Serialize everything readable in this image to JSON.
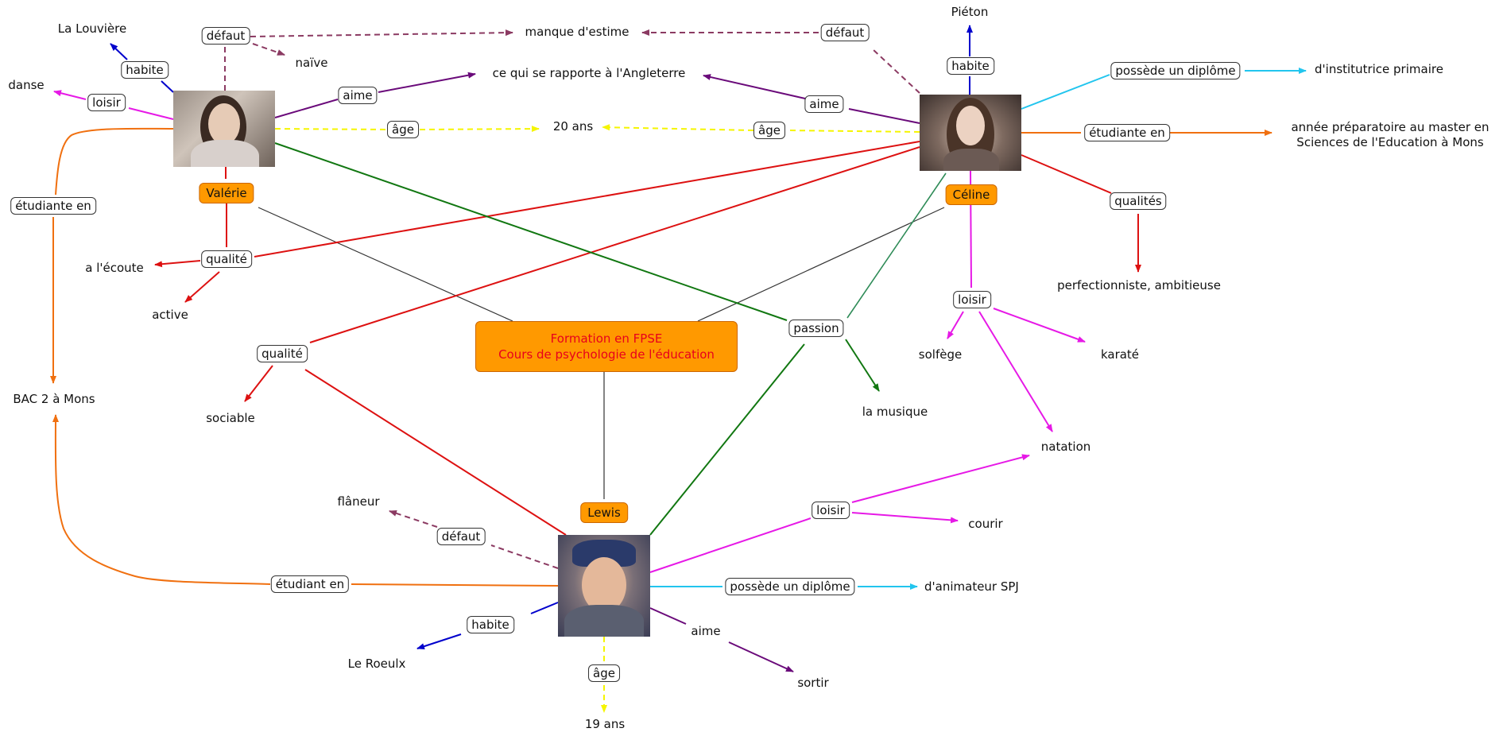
{
  "center": {
    "line1": "Formation en FPSE",
    "line2": "Cours de psychologie de l'éducation"
  },
  "persons": {
    "valerie": "Valérie",
    "celine": "Céline",
    "lewis": "Lewis"
  },
  "nodes": {
    "la_louviere": "La Louvière",
    "danse": "danse",
    "naive": "naïve",
    "manque_estime": "manque d'estime",
    "angleterre": "ce qui se rapporte à l'Angleterre",
    "vingt_ans": "20 ans",
    "bac2": "BAC 2 à Mons",
    "ecoute": "a l'écoute",
    "active": "active",
    "sociable": "sociable",
    "pieton": "Piéton",
    "institutrice": "d'institutrice primaire",
    "annee_prep_1": "année préparatoire au master en",
    "annee_prep_2": "Sciences de l'Education à Mons",
    "perfectionniste": "perfectionniste, ambitieuse",
    "solfege": "solfège",
    "karate": "karaté",
    "natation": "natation",
    "musique": "la musique",
    "courir": "courir",
    "animateur": "d'animateur SPJ",
    "flaneur": "flâneur",
    "roeulx": "Le Roeulx",
    "sortir": "sortir",
    "dixneuf_ans": "19 ans"
  },
  "links": {
    "defaut": "défaut",
    "habite": "habite",
    "loisir": "loisir",
    "aime": "aime",
    "age": "âge",
    "etudiante_en": "étudiante en",
    "etudiant_en": "étudiant en",
    "qualite": "qualité",
    "qualites": "qualités",
    "passion": "passion",
    "possede_diplome": "possède un diplôme"
  },
  "colors": {
    "defaut": "#8b3a62",
    "habite": "#0000cc",
    "loisir": "#e619e6",
    "aime": "#6a0a7a",
    "age": "#f5f500",
    "etude": "#f07010",
    "qualite": "#dd1111",
    "passion": "#117711",
    "diplome": "#22c5ee",
    "center_link": "#333333",
    "center_box": "#ff9900",
    "center_text": "#e8001c"
  }
}
